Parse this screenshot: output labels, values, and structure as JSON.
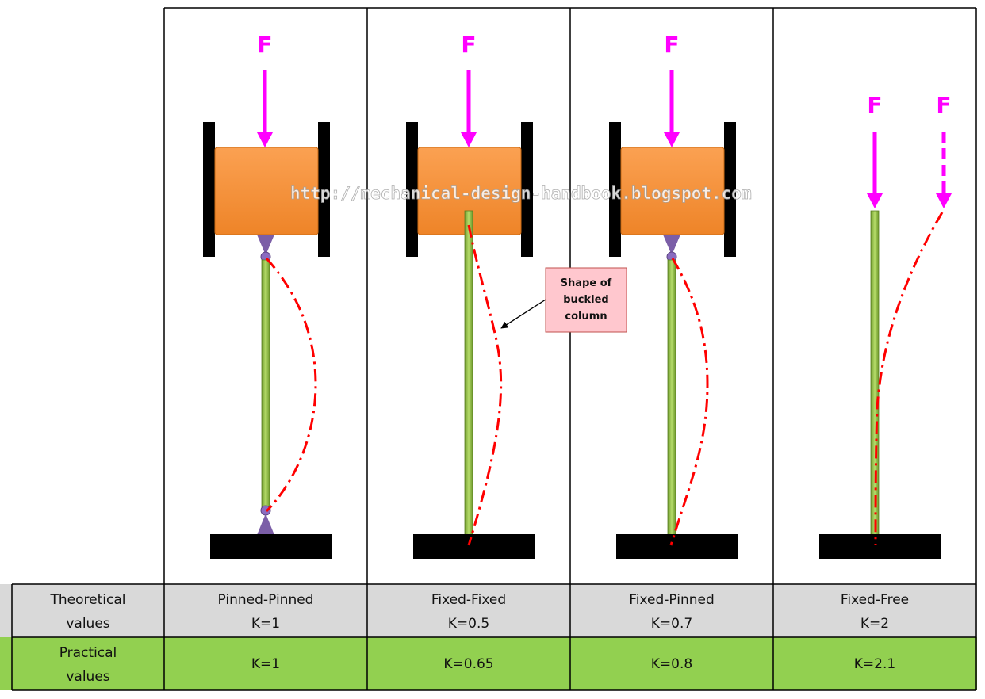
{
  "watermark": "http://mechanical-design-handbook.blogspot.com",
  "force_label": "F",
  "callout": [
    "Shape of",
    "buckled",
    "column"
  ],
  "rows": {
    "theoretical_header": [
      "Theoretical",
      "values"
    ],
    "practical_header": [
      "Practical",
      "values"
    ]
  },
  "cases": [
    {
      "end_condition": "Pinned-Pinned",
      "theoretical_k": "K=1",
      "practical_k": "K=1"
    },
    {
      "end_condition": "Fixed-Fixed",
      "theoretical_k": "K=0.5",
      "practical_k": "K=0.65"
    },
    {
      "end_condition": "Fixed-Pinned",
      "theoretical_k": "K=0.7",
      "practical_k": "K=0.8"
    },
    {
      "end_condition": "Fixed-Free",
      "theoretical_k": "K=2",
      "practical_k": "K=2.1"
    }
  ],
  "colors": {
    "force_arrow": "#ff00ff",
    "load_block": "#f7923a",
    "column": "#8cbf3f",
    "buckled_shape": "#ff0000",
    "pin": "#7b5ea7",
    "theoretical_row": "#d9d9d9",
    "practical_row": "#92d050",
    "callout_fill": "#ffc7ce"
  }
}
